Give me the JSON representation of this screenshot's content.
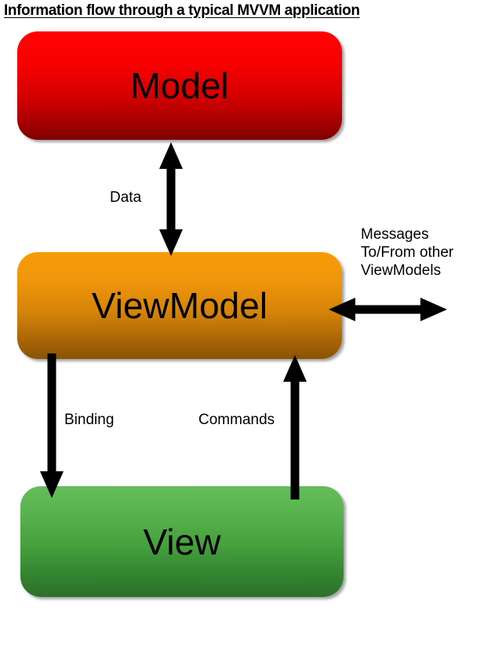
{
  "title": "Information flow through a typical MVVM application",
  "nodes": [
    {
      "id": "model",
      "label": "Model",
      "color_top": "#ff0202",
      "color_bottom": "#7d0000"
    },
    {
      "id": "viewmodel",
      "label": "ViewModel",
      "color_top": "#f79b06",
      "color_bottom": "#8a5304"
    },
    {
      "id": "view",
      "label": "View",
      "color_top": "#64bd5a",
      "color_bottom": "#2c7029"
    }
  ],
  "arrows": [
    {
      "id": "data",
      "label": "Data",
      "from": "viewmodel",
      "to": "model",
      "direction": "bidirectional",
      "orientation": "vertical"
    },
    {
      "id": "messages",
      "label": "Messages\nTo/From other\nViewModels",
      "from": "viewmodel",
      "to": "other-viewmodels",
      "direction": "bidirectional",
      "orientation": "horizontal"
    },
    {
      "id": "binding",
      "label": "Binding",
      "from": "viewmodel",
      "to": "view",
      "direction": "down",
      "orientation": "vertical"
    },
    {
      "id": "commands",
      "label": "Commands",
      "from": "view",
      "to": "viewmodel",
      "direction": "up",
      "orientation": "vertical"
    }
  ],
  "labels": {
    "data": "Data",
    "binding": "Binding",
    "commands": "Commands",
    "messages_line1": "Messages",
    "messages_line2": "To/From other",
    "messages_line3": "ViewModels"
  },
  "colors": {
    "background": "#ffffff",
    "arrow": "#000000",
    "text": "#000000"
  }
}
